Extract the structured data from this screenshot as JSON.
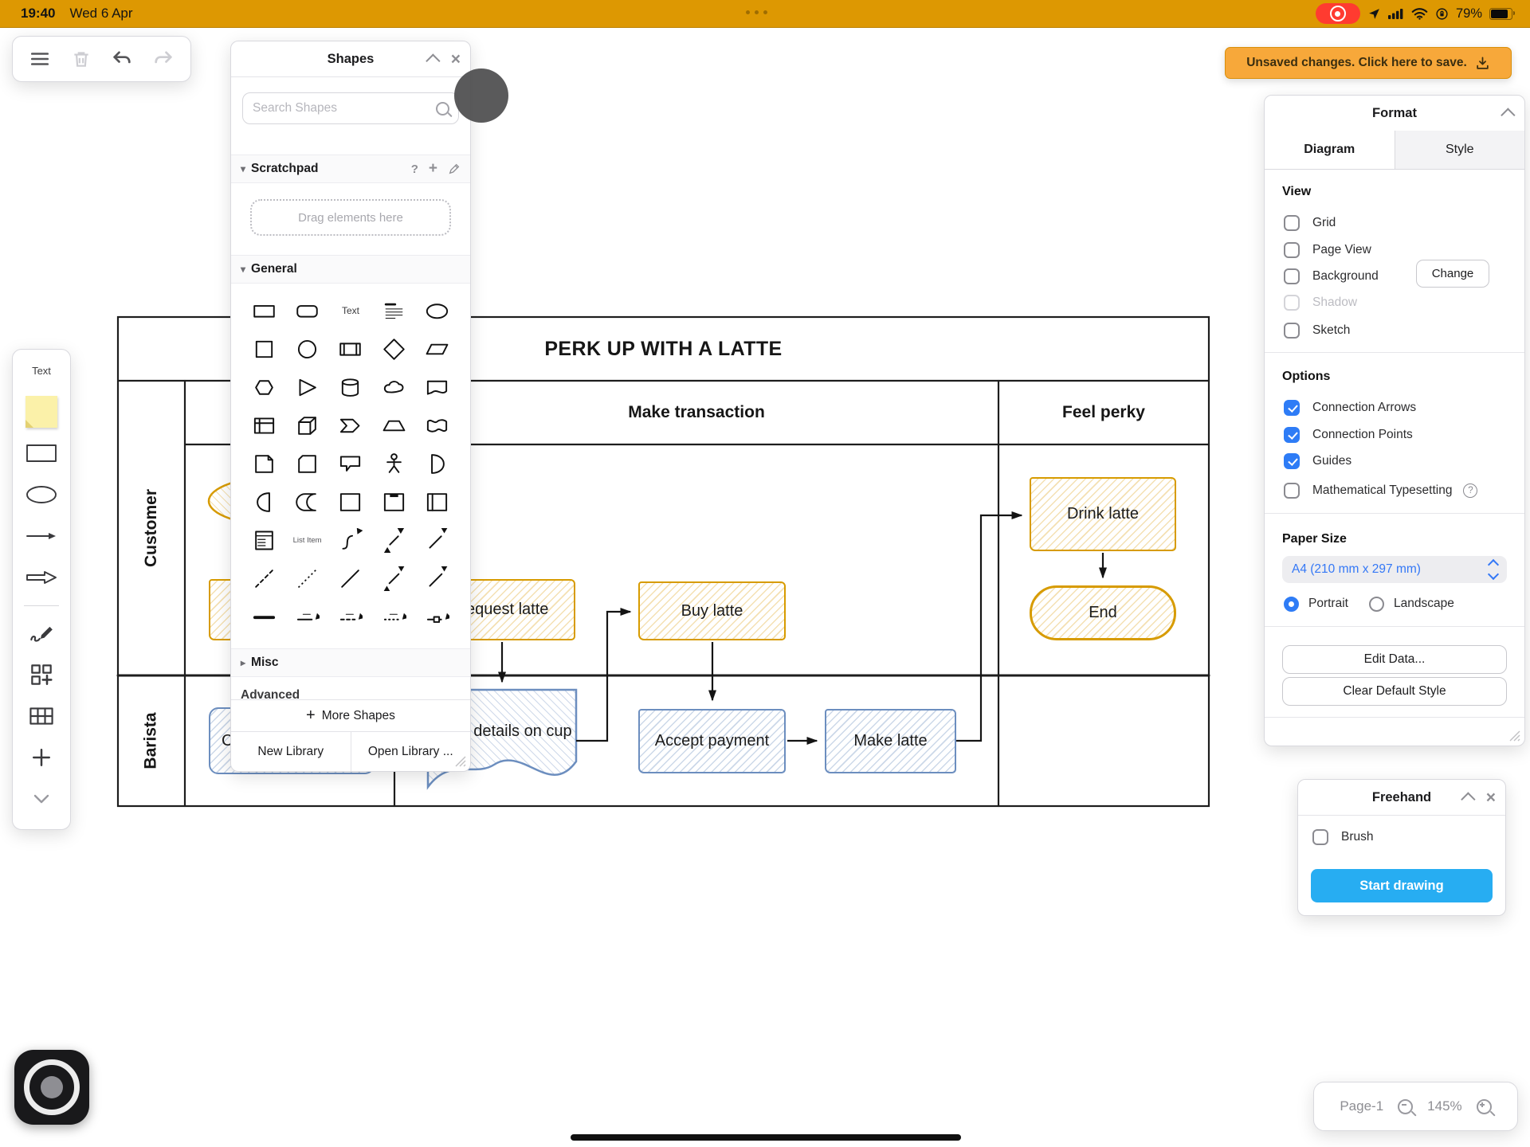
{
  "status_bar": {
    "time": "19:40",
    "date": "Wed 6 Apr",
    "battery_percent": "79%",
    "bar_color": "#DD9802"
  },
  "save_banner": {
    "label": "Unsaved changes. Click here to save."
  },
  "shapes_panel": {
    "title": "Shapes",
    "search_placeholder": "Search Shapes",
    "sections": {
      "scratchpad": "Scratchpad",
      "general": "General",
      "misc": "Misc",
      "advanced": "Advanced"
    },
    "scratchpad_hint": "Drag elements here",
    "more_shapes_label": "More Shapes",
    "new_library_label": "New Library",
    "open_library_label": "Open Library ...",
    "general_shapes": [
      {
        "icon": "rectangle"
      },
      {
        "icon": "rounded-rectangle"
      },
      {
        "icon": "text-cell",
        "label": "Text"
      },
      {
        "icon": "textbox"
      },
      {
        "icon": "ellipse"
      },
      {
        "icon": "square"
      },
      {
        "icon": "circle"
      },
      {
        "icon": "process"
      },
      {
        "icon": "diamond"
      },
      {
        "icon": "parallelogram"
      },
      {
        "icon": "hexagon"
      },
      {
        "icon": "triangle"
      },
      {
        "icon": "cylinder"
      },
      {
        "icon": "cloud"
      },
      {
        "icon": "document"
      },
      {
        "icon": "internal-storage"
      },
      {
        "icon": "cube"
      },
      {
        "icon": "step"
      },
      {
        "icon": "trapezoid"
      },
      {
        "icon": "tape"
      },
      {
        "icon": "note"
      },
      {
        "icon": "card"
      },
      {
        "icon": "callout"
      },
      {
        "icon": "actor"
      },
      {
        "icon": "or"
      },
      {
        "icon": "and"
      },
      {
        "icon": "data-storage"
      },
      {
        "icon": "container"
      },
      {
        "icon": "frame"
      },
      {
        "icon": "vertical-frame"
      },
      {
        "icon": "list"
      },
      {
        "icon": "list-item",
        "label": "List Item"
      },
      {
        "icon": "curve"
      },
      {
        "icon": "bidirectional-arrow"
      },
      {
        "icon": "arrow-shape"
      },
      {
        "icon": "dashed-line"
      },
      {
        "icon": "dotted-line"
      },
      {
        "icon": "line"
      },
      {
        "icon": "bidirectional-connector"
      },
      {
        "icon": "directional-connector"
      },
      {
        "icon": "divider"
      },
      {
        "icon": "labeled-arrow"
      },
      {
        "icon": "dashed-labeled-arrow"
      },
      {
        "icon": "dotted-labeled-arrow"
      },
      {
        "icon": "link-arrow"
      }
    ]
  },
  "format_panel": {
    "title": "Format",
    "tabs": [
      {
        "label": "Diagram",
        "active": true
      },
      {
        "label": "Style",
        "active": false
      }
    ],
    "view": {
      "heading": "View",
      "items": [
        {
          "label": "Grid",
          "checked": false
        },
        {
          "label": "Page View",
          "checked": false
        },
        {
          "label": "Background",
          "checked": false
        },
        {
          "label": "Shadow",
          "checked": false,
          "disabled": true
        },
        {
          "label": "Sketch",
          "checked": false
        }
      ],
      "change_button": "Change"
    },
    "options": {
      "heading": "Options",
      "items": [
        {
          "label": "Connection Arrows",
          "checked": true
        },
        {
          "label": "Connection Points",
          "checked": true
        },
        {
          "label": "Guides",
          "checked": true
        },
        {
          "label": "Mathematical Typesetting",
          "checked": false,
          "has_help": true
        }
      ]
    },
    "paper": {
      "heading": "Paper Size",
      "size_value": "A4 (210 mm x 297 mm)",
      "portrait_label": "Portrait",
      "portrait_selected": true,
      "landscape_label": "Landscape",
      "landscape_selected": false
    },
    "actions": {
      "edit_data": "Edit Data...",
      "clear_default_style": "Clear Default Style"
    }
  },
  "freehand_panel": {
    "title": "Freehand",
    "brush_label": "Brush",
    "brush_checked": false,
    "start_button": "Start drawing"
  },
  "left_toolbar": {
    "items": [
      {
        "icon": "text-tool",
        "label": "Text"
      },
      {
        "icon": "sticky-note"
      },
      {
        "icon": "rectangle-tool"
      },
      {
        "icon": "ellipse-tool"
      },
      {
        "icon": "arrow-tool"
      },
      {
        "icon": "block-arrow-tool"
      },
      {
        "icon": "divider"
      },
      {
        "icon": "freehand-tool"
      },
      {
        "icon": "add-shape-tool"
      },
      {
        "icon": "table-tool"
      },
      {
        "icon": "plus-tool"
      },
      {
        "icon": "chevron-down"
      }
    ]
  },
  "canvas": {
    "pool_title": "PERK UP WITH A LATTE",
    "columns": [
      "Make transaction",
      "Feel perky"
    ],
    "lanes": [
      "Customer",
      "Barista"
    ],
    "nodes": {
      "request": "Request latte",
      "buy": "Buy latte",
      "drink": "Drink latte",
      "end": "End",
      "write": "Write details on cup",
      "accept": "Accept payment",
      "make": "Make latte",
      "partial": "C"
    },
    "accent_orange": "#D79B00",
    "accent_blue": "#6C8EBF"
  },
  "footer": {
    "page_label": "Page-1",
    "zoom_level": "145%"
  }
}
